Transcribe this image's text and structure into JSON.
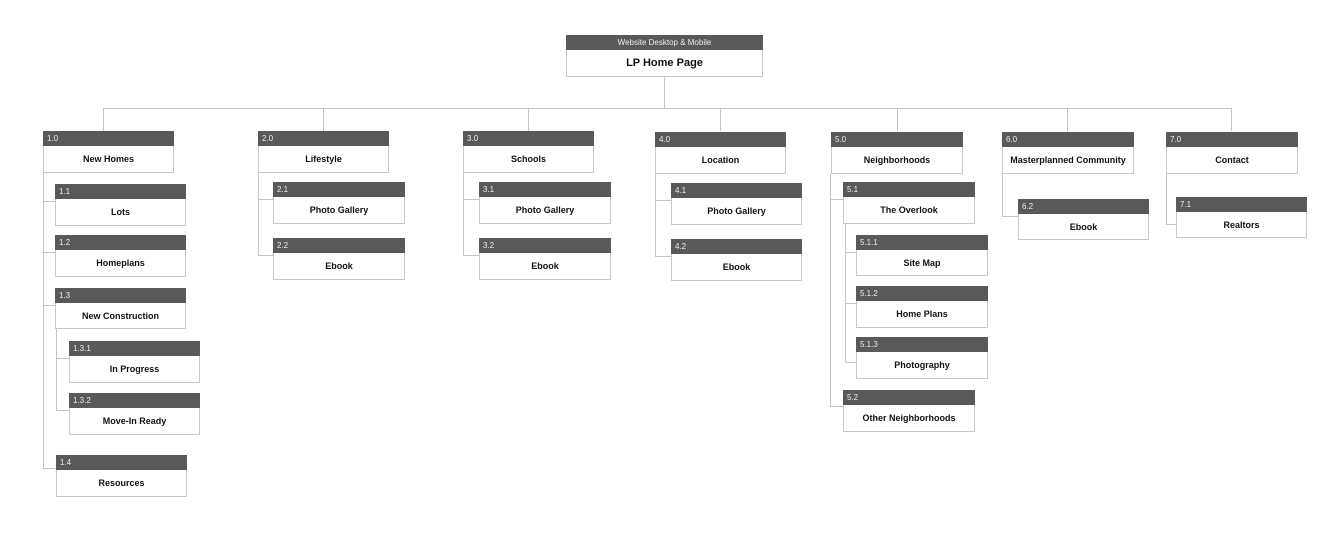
{
  "root": {
    "header": "Website Desktop & Mobile",
    "title": "LP Home Page"
  },
  "nodes": [
    {
      "id": "1.0",
      "label": "New Homes"
    },
    {
      "id": "1.1",
      "label": "Lots"
    },
    {
      "id": "1.2",
      "label": "Homeplans"
    },
    {
      "id": "1.3",
      "label": "New Construction"
    },
    {
      "id": "1.3.1",
      "label": "In Progress"
    },
    {
      "id": "1.3.2",
      "label": "Move-In Ready"
    },
    {
      "id": "1.4",
      "label": "Resources"
    },
    {
      "id": "2.0",
      "label": "Lifestyle"
    },
    {
      "id": "2.1",
      "label": "Photo Gallery"
    },
    {
      "id": "2.2",
      "label": "Ebook"
    },
    {
      "id": "3.0",
      "label": "Schools"
    },
    {
      "id": "3.1",
      "label": "Photo Gallery"
    },
    {
      "id": "3.2",
      "label": "Ebook"
    },
    {
      "id": "4.0",
      "label": "Location"
    },
    {
      "id": "4.1",
      "label": "Photo Gallery"
    },
    {
      "id": "4.2",
      "label": "Ebook"
    },
    {
      "id": "5.0",
      "label": "Neighborhoods"
    },
    {
      "id": "5.1",
      "label": "The Overlook"
    },
    {
      "id": "5.1.1",
      "label": "Site Map"
    },
    {
      "id": "5.1.2",
      "label": "Home Plans"
    },
    {
      "id": "5.1.3",
      "label": "Photography"
    },
    {
      "id": "5.2",
      "label": "Other Neighborhoods"
    },
    {
      "id": "6.0",
      "label": "Masterplanned Community"
    },
    {
      "id": "6.2",
      "label": "Ebook"
    },
    {
      "id": "7.0",
      "label": "Contact"
    },
    {
      "id": "7.1",
      "label": "Realtors"
    }
  ]
}
